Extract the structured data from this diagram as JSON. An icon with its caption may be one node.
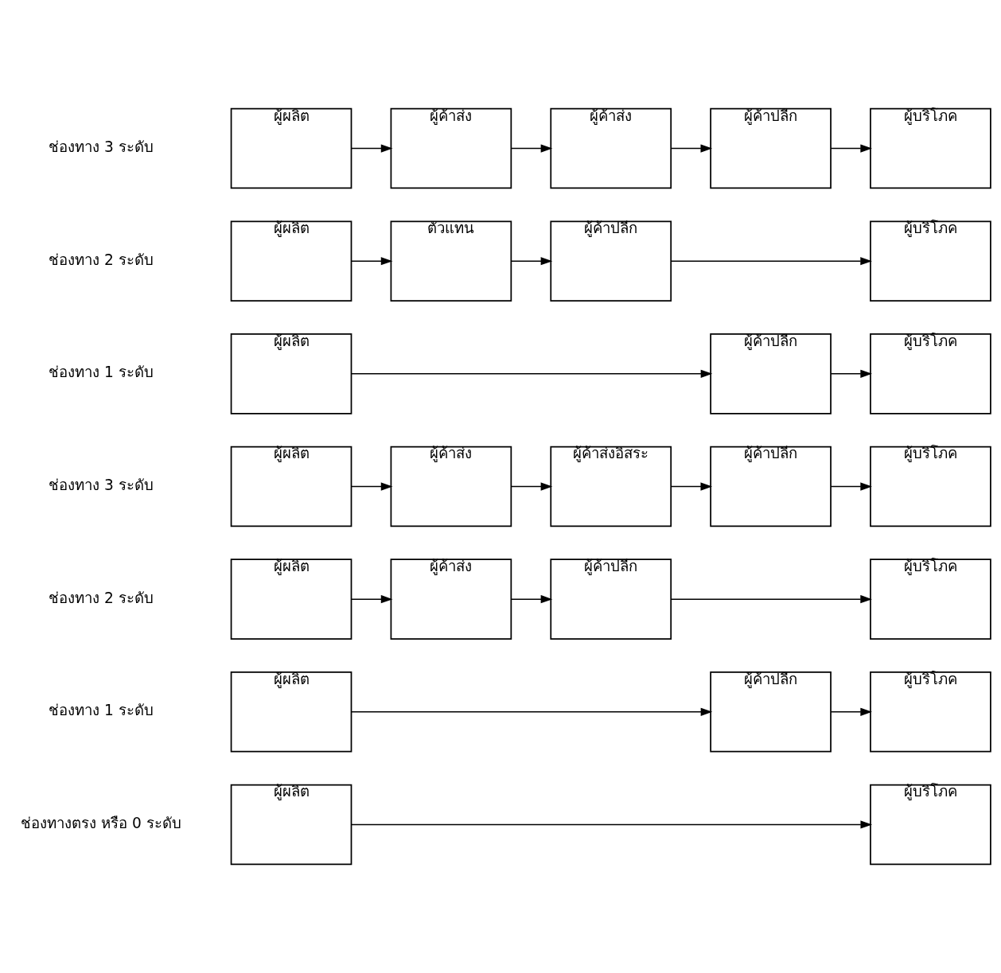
{
  "diagram": {
    "nodes": [
      {
        "text": [
          "ผู้ผลิต"
        ]
      },
      {
        "text": [
          "ผู้บริโภค"
        ]
      },
      {
        "text": [
          "ผู้ผลิต"
        ]
      },
      {
        "text": [
          "ผู้ค้าปลีก"
        ]
      },
      {
        "text": [
          "ผู้บริโภค"
        ]
      },
      {
        "text": [
          "ผู้ผลิต"
        ]
      },
      {
        "text": [
          "ผู้ค้าส่ง"
        ]
      },
      {
        "text": [
          "ผู้ค้าปลีก"
        ]
      },
      {
        "text": [
          "ผู้บริโภค"
        ]
      },
      {
        "text": [
          "ผู้ผลิต"
        ]
      },
      {
        "text": [
          "ผู้ค้าส่ง"
        ]
      },
      {
        "text": [
          "ผู้ค้าส่งอิสระ"
        ]
      },
      {
        "text": [
          "ผู้ค้าปลีก"
        ]
      },
      {
        "text": [
          "ผู้บริโภค"
        ]
      },
      {
        "text": [
          "ผู้ผลิต"
        ]
      },
      {
        "text": [
          "ผู้ค้าปลีก"
        ]
      },
      {
        "text": [
          "ผู้บริโภค"
        ]
      },
      {
        "text": [
          "ผู้ผลิต"
        ]
      },
      {
        "text": [
          "ตัวแทน"
        ]
      },
      {
        "text": [
          "ผู้ค้าปลีก"
        ]
      },
      {
        "text": [
          "ผู้บริโภค"
        ]
      },
      {
        "text": [
          "ผู้ผลิต"
        ]
      },
      {
        "text": [
          "ผู้ค้าส่ง"
        ]
      },
      {
        "text": [
          "ผู้ค้าส่ง"
        ]
      },
      {
        "text": [
          "ผู้ค้าปลีก"
        ]
      },
      {
        "text": [
          "ผู้บริโภค"
        ]
      }
    ],
    "edges": [
      {
        "from": 0,
        "to": 1,
        "arrow": "to"
      },
      {
        "from": 2,
        "to": 3,
        "arrow": "to"
      },
      {
        "from": 3,
        "to": 4,
        "arrow": "to"
      },
      {
        "from": 5,
        "to": 6,
        "arrow": "to"
      },
      {
        "from": 6,
        "to": 7,
        "arrow": "to"
      },
      {
        "from": 7,
        "to": 8,
        "arrow": "to"
      },
      {
        "from": 9,
        "to": 10,
        "arrow": "to"
      },
      {
        "from": 10,
        "to": 11,
        "arrow": "to"
      },
      {
        "from": 11,
        "to": 12,
        "arrow": "to"
      },
      {
        "from": 12,
        "to": 13,
        "arrow": "to"
      },
      {
        "from": 14,
        "to": 15,
        "arrow": "to"
      },
      {
        "from": 15,
        "to": 16,
        "arrow": "to"
      },
      {
        "from": 17,
        "to": 18,
        "arrow": "to"
      },
      {
        "from": 18,
        "to": 19,
        "arrow": "to"
      },
      {
        "from": 19,
        "to": 20,
        "arrow": "to"
      },
      {
        "from": 21,
        "to": 22,
        "arrow": "to"
      },
      {
        "from": 22,
        "to": 23,
        "arrow": "to"
      },
      {
        "from": 23,
        "to": 24,
        "arrow": "to"
      },
      {
        "from": 24,
        "to": 25,
        "arrow": "to"
      }
    ],
    "labels": [
      "ช่องทางตรง หรือ 0 ระดับ",
      "ช่องทาง 1 ระดับ",
      "ช่องทาง 2 ระดับ",
      "ช่องทาง 3 ระดับ",
      "ช่องทาง 1 ระดับ",
      "ช่องทาง 2 ระดับ",
      "ช่องทาง 3 ระดับ"
    ]
  }
}
